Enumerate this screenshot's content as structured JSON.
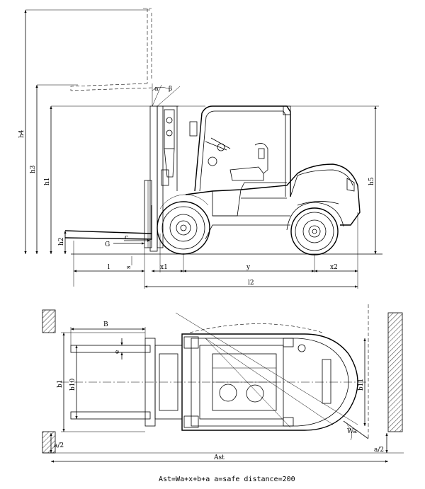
{
  "side_view": {
    "dimensions": {
      "h4": "h4",
      "h3": "h3",
      "h1": "h1",
      "h2": "h2",
      "h5": "h5",
      "alpha": "α",
      "beta": "β",
      "G": "G",
      "c": "c",
      "l": "l",
      "s": "s",
      "x1": "x1",
      "y": "y",
      "x2": "x2",
      "l2": "l2"
    }
  },
  "top_view": {
    "dimensions": {
      "B": "B",
      "e": "e",
      "b1": "b1",
      "b10": "b10",
      "b11": "b11",
      "Wa": "Wa",
      "a_half_left": "a/2",
      "a_half_right": "a/2",
      "Ast": "Ast"
    }
  },
  "caption": "Ast=Wa+x+b+a  a=safe distance=200"
}
